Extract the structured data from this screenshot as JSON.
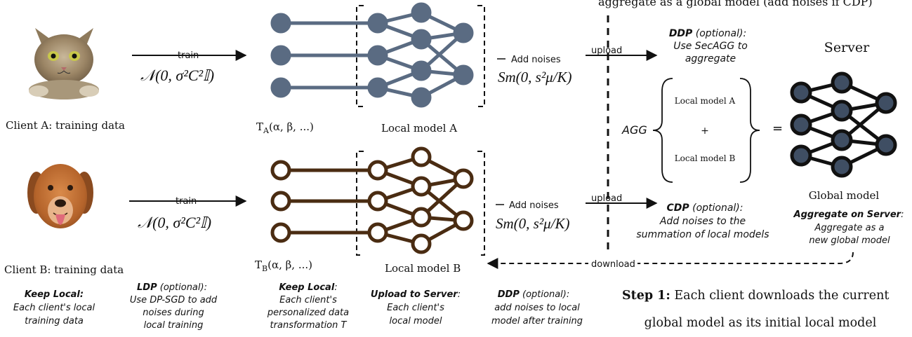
{
  "top_caption": "aggregate as a global model (add noises if CDP)",
  "client_a": {
    "label": "Client A: training data",
    "train": "train",
    "formula": "𝒩(0, σ²C²𝕀)"
  },
  "client_b": {
    "label": "Client B: training data",
    "train": "train",
    "formula": "𝒩(0, σ²C²𝕀)"
  },
  "transform_a": {
    "base": "T",
    "sub": "A",
    "args": "(α, β, ...)"
  },
  "transform_b": {
    "base": "T",
    "sub": "B",
    "args": "(α, β, ...)"
  },
  "model_a_label": "Local model A",
  "model_b_label": "Local model B",
  "noise_a": {
    "label": "Add noises",
    "formula": "Sm(0, s²μ/K)"
  },
  "noise_b": {
    "label": "Add noises",
    "formula": "Sm(0, s²μ/K)"
  },
  "upload_label": "upload",
  "download_label": "download",
  "ddp_top": {
    "title": "DDP",
    "suffix": " (optional):",
    "line1": "Use SecAGG to",
    "line2": "aggregate"
  },
  "server_title": "Server",
  "agg": {
    "label": "AGG",
    "item_a": "Local model A",
    "plus": "+",
    "item_b": "Local model B",
    "equals": "="
  },
  "global_model_label": "Global model",
  "cdp": {
    "title": "CDP",
    "suffix": " (optional):",
    "line1": "Add noises to the",
    "line2": "summation of local models"
  },
  "aggregate_server": {
    "title": "Aggregate on Server",
    "colon": ":",
    "line1": "Aggregate as a",
    "line2": "new global model"
  },
  "bottom": {
    "keep_local_data": {
      "title": "Keep Local:",
      "line1": "Each client's local",
      "line2": "training data"
    },
    "ldp": {
      "title": "LDP",
      "suffix": " (optional):",
      "line1": "Use DP-SGD to add",
      "line2": "noises during",
      "line3": "local training"
    },
    "keep_local_t": {
      "title": "Keep Local",
      "colon": ":",
      "line1": "Each client's",
      "line2": "personalized data",
      "line3": "transformation T"
    },
    "upload_server": {
      "title": "Upload to Server",
      "colon": ":",
      "line1": "Each client's",
      "line2": "local model"
    },
    "ddp_bottom": {
      "title": "DDP",
      "suffix": " (optional):",
      "line1": "add noises to local",
      "line2": "model after training"
    }
  },
  "step1": {
    "title": "Step 1:",
    "line1": " Each client downloads the current",
    "line2": "global model as its initial local model"
  },
  "colors": {
    "model_a": "#5a6b82",
    "model_b": "#4a2c12",
    "global": "#3f4e63",
    "black": "#111111"
  }
}
